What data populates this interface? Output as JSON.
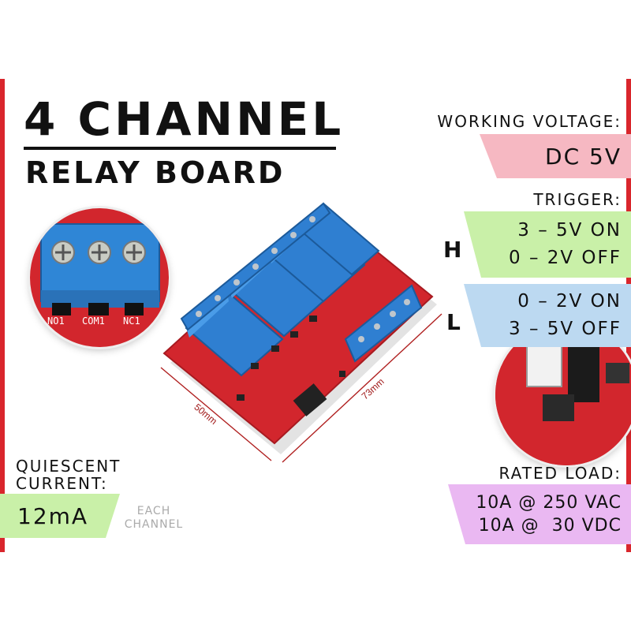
{
  "title": {
    "main": "4 CHANNEL",
    "sub": "RELAY BOARD"
  },
  "working_voltage": {
    "label": "WORKING VOLTAGE:",
    "value": "DC 5V"
  },
  "trigger": {
    "label": "TRIGGER:",
    "high": {
      "letter": "H",
      "lines": [
        "3 – 5V ON",
        "0 – 2V OFF"
      ]
    },
    "low": {
      "letter": "L",
      "lines": [
        "0 – 2V ON",
        "3 – 5V OFF"
      ]
    }
  },
  "rated_load": {
    "label": "RATED LOAD:",
    "lines": [
      "10A @ 250 VAC",
      "10A @  30 VDC"
    ]
  },
  "quiescent": {
    "label_line1": "QUIESCENT",
    "label_line2": "CURRENT:",
    "value": "12mA",
    "note_line1": "EACH",
    "note_line2": "CHANNEL"
  },
  "photo": {
    "terminal_labels": [
      "NO1",
      "COM1",
      "NC1"
    ],
    "dimension_width": "50mm",
    "dimension_length": "73mm"
  },
  "colors": {
    "accent_red": "#d9262c",
    "voltage_band": "#f6b8c2",
    "trigger_high_band": "#c9f0a8",
    "trigger_low_band": "#bcd9f1",
    "load_band": "#eab8f2",
    "relay_blue": "#2f7fd1"
  }
}
